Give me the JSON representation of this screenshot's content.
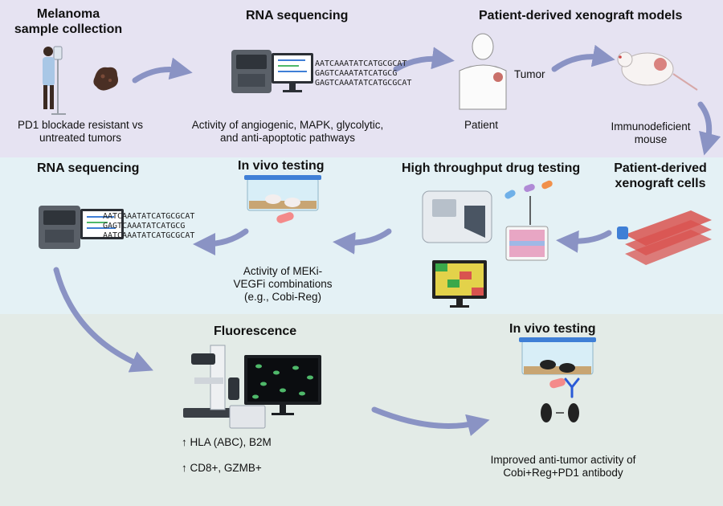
{
  "stage1": {
    "title_line1": "Melanoma",
    "title_line2": "sample collection",
    "caption_line1": "PD1 blockade resistant vs",
    "caption_line2": "untreated tumors"
  },
  "stage2": {
    "title": "RNA sequencing",
    "caption_line1": "Activity of angiogenic, MAPK, glycolytic,",
    "caption_line2": "and anti-apoptotic pathways",
    "dna_lines": [
      "AATCAAATATCATGCGCAT",
      "GAGTCAAATATCATGCG",
      "GAGTCAAATATCATGCGCAT"
    ]
  },
  "stage3": {
    "title": "Patient-derived xenograft models",
    "patient_label": "Patient",
    "tumor_label": "Tumor",
    "mouse_line1": "Immunodeficient",
    "mouse_line2": "mouse"
  },
  "stage4": {
    "title_line1": "Patient-derived",
    "title_line2": "xenograft cells"
  },
  "stage5": {
    "title": "High throughput drug testing"
  },
  "stage6": {
    "title": "In vivo testing",
    "caption_line1": "Activity of MEKi-",
    "caption_line2": "VEGFi combinations",
    "caption_line3": "(e.g., Cobi-Reg)"
  },
  "stage7": {
    "title": "RNA sequencing",
    "dna_lines": [
      "AATCAAATATCATGCGCAT",
      "GAGTCAAATATCATGCG",
      "AATCAAATATCATGCGCAT"
    ]
  },
  "stage8": {
    "title": "Fluorescence",
    "marker1_arrow": "↑",
    "marker1": "HLA (ABC), B2M",
    "marker2_arrow": "↑",
    "marker2": "CD8+, GZMB+"
  },
  "stage9": {
    "title": "In vivo testing",
    "caption_line1": "Improved anti-tumor activity of",
    "caption_line2": "Cobi+Reg+PD1 antibody"
  },
  "colors": {
    "band_top": "#e6e3f2",
    "band_mid": "#e4f1f5",
    "band_bottom": "#e3ebe7",
    "arrow": "#8a93c4",
    "flask": "#d9534f",
    "flask_cap": "#3f7fd6",
    "cell_green": "#4fb86a",
    "antibody": "#2a5bd7"
  },
  "icons": [
    "patient-icon",
    "tumor-sample-icon",
    "sequencer-icon",
    "computer-monitor-icon",
    "dna-sequence-icon",
    "human-patient-icon",
    "mouse-icon",
    "culture-flask-icon",
    "plate-reader-icon",
    "drug-capsules-icon",
    "well-plate-icon",
    "heatmap-monitor-icon",
    "mouse-cage-icon",
    "pill-icon",
    "microscope-icon",
    "fluorescence-monitor-icon",
    "antibody-icon",
    "black-mice-icon"
  ]
}
